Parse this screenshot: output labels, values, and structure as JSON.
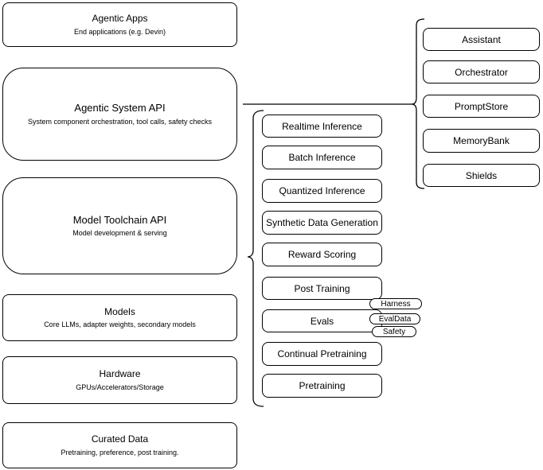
{
  "colors": {
    "background": "#ffffff",
    "stroke": "#000000",
    "text": "#000000"
  },
  "left_column": [
    {
      "title": "Agentic Apps",
      "subtitle": "End applications (e.g. Devin)"
    },
    {
      "title": "Agentic System API",
      "subtitle": "System component orchestration, tool calls, safety checks"
    },
    {
      "title": "Model Toolchain API",
      "subtitle": "Model development & serving"
    },
    {
      "title": "Models",
      "subtitle": "Core LLMs, adapter weights, secondary models"
    },
    {
      "title": "Hardware",
      "subtitle": "GPUs/Accelerators/Storage"
    },
    {
      "title": "Curated Data",
      "subtitle": "Pretraining, preference, post training."
    }
  ],
  "toolchain_components": {
    "items": [
      "Realtime Inference",
      "Batch Inference",
      "Quantized Inference",
      "Synthetic Data Generation",
      "Reward Scoring",
      "Post Training",
      "Evals",
      "Continual Pretraining",
      "Pretraining"
    ]
  },
  "system_components": {
    "items": [
      "Assistant",
      "Orchestrator",
      "PromptStore",
      "MemoryBank",
      "Shields"
    ]
  },
  "evals_tags": [
    "Harness",
    "EvalData",
    "Safety"
  ]
}
